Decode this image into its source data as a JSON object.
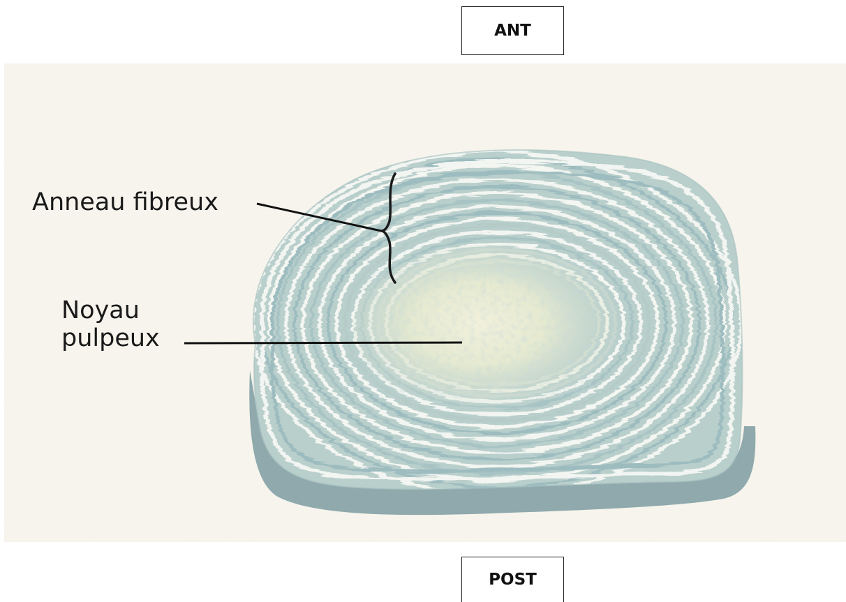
{
  "orientation": {
    "anterior": "ANT",
    "posterior": "POST"
  },
  "labels": {
    "annulus": "Anneau fibreux",
    "nucleus_line1": "Noyau",
    "nucleus_line2": "pulpeux"
  },
  "colors": {
    "paper": "#f8f6ee",
    "disc_base": "#b9cfcc",
    "disc_ring_light": "#f4f6f2",
    "disc_ring_blue": "#9dbcbf",
    "disc_shadow": "#8fa9ad",
    "nucleus_yellow": "#e8ebcd"
  }
}
